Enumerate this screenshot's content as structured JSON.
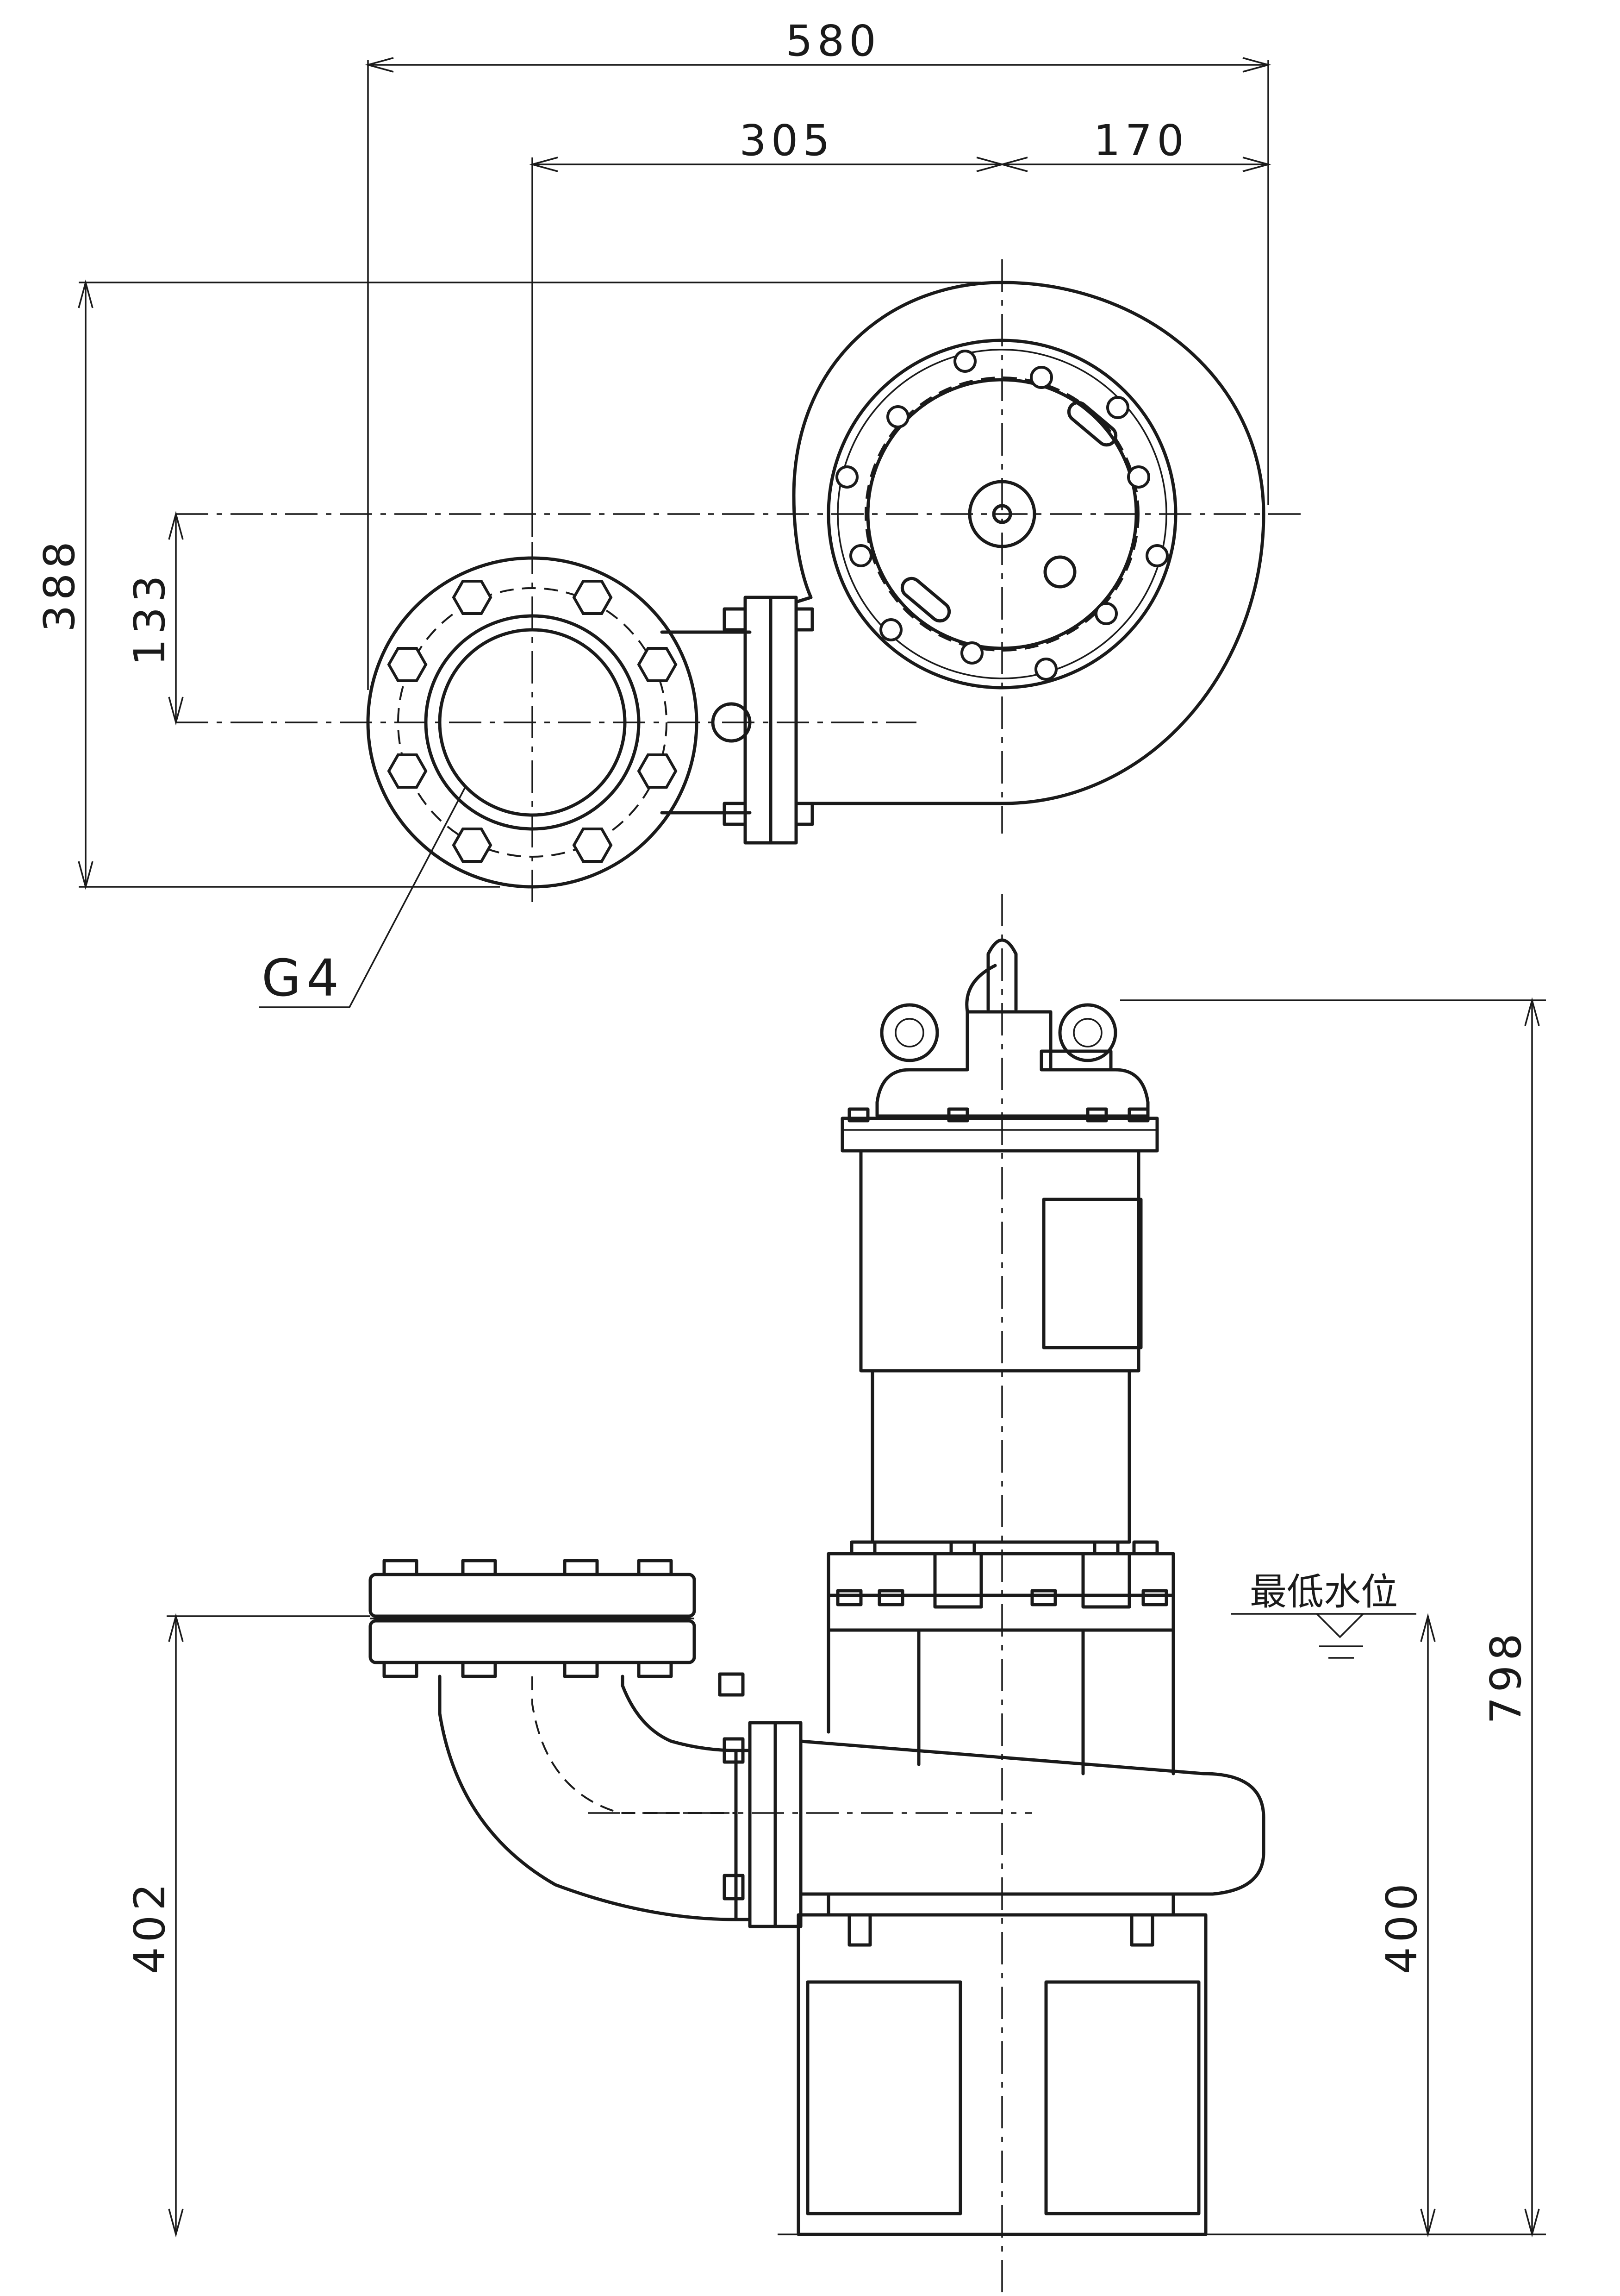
{
  "dimensions": {
    "d580": "580",
    "d305": "305",
    "d170": "170",
    "d388": "388",
    "d133": "133",
    "d798": "798",
    "d402": "402",
    "d400": "400"
  },
  "labels": {
    "flange_size": "G4",
    "min_water_level": "最低水位"
  },
  "colors": {
    "line": "#1a1a1a",
    "background": "#ffffff"
  }
}
